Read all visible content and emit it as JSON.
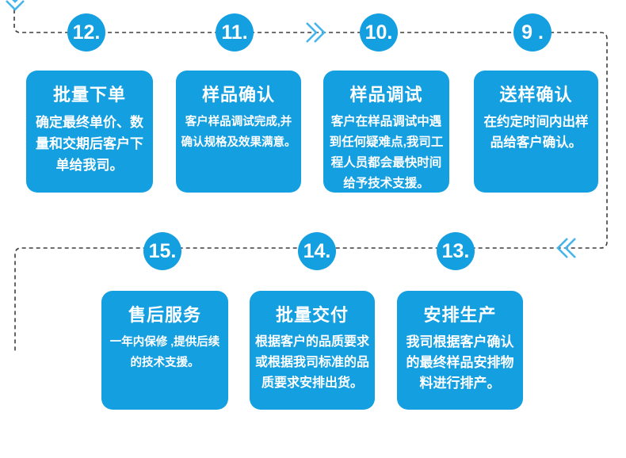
{
  "colors": {
    "accent": "#149fe1",
    "chevron": "#45b4ec",
    "dash_line": "#3d3d3d",
    "text": "#ffffff",
    "background": "#ffffff"
  },
  "icons": {
    "start": "chevron-down-icon",
    "forward": "chevron-right-icon",
    "backward": "chevron-left-icon"
  },
  "steps": [
    {
      "num": "12.",
      "title": "批量下单",
      "body": "确定最终单价、数\n量和交期后客户下\n单给我司。"
    },
    {
      "num": "11.",
      "title": "样品确认",
      "body": "客户样品调试完成,并\n确认规格及效果满意。"
    },
    {
      "num": "10.",
      "title": "样品调试",
      "body": "客户在样品调试中遇\n到任何疑难点,我司工\n程人员都会最快时间\n给予技术支援。"
    },
    {
      "num": "9 .",
      "title": "送样确认",
      "body": "在约定时间内出样\n品给客户确认。"
    },
    {
      "num": "15.",
      "title": "售后服务",
      "body": "一年内保修 ,提供后续\n的技术支援。"
    },
    {
      "num": "14.",
      "title": "批量交付",
      "body": "根据客户的品质要求\n或根据我司标准的品\n质要求安排出货。"
    },
    {
      "num": "13.",
      "title": "安排生产",
      "body": "我司根据客户确认\n的最终样品安排物\n料进行排产。"
    }
  ]
}
